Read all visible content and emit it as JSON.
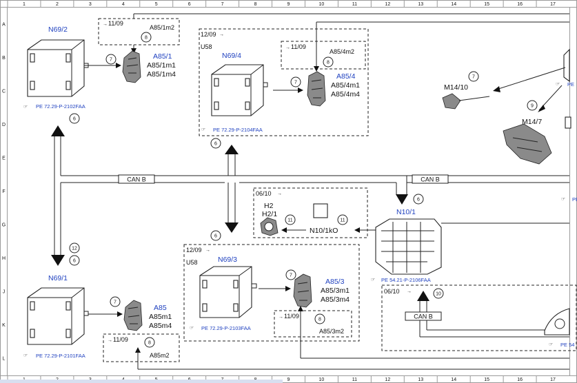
{
  "grid": {
    "columns": [
      "1",
      "2",
      "3",
      "4",
      "5",
      "6",
      "7",
      "8",
      "9",
      "10",
      "11",
      "12",
      "13",
      "14",
      "15",
      "16",
      "17"
    ],
    "rows": [
      "A",
      "B",
      "C",
      "D",
      "E",
      "F",
      "G",
      "H",
      "J",
      "K",
      "L"
    ]
  },
  "bus": {
    "can_b_left": "CAN B",
    "can_b_right": "CAN B",
    "can_b_bottom": "CAN B"
  },
  "modules": {
    "n69_2": {
      "name": "N69/2",
      "ref": "PE 72.29-P-2102FAA",
      "circle": "6"
    },
    "n69_4": {
      "name": "N69/4",
      "ref": "PE 72.29-P-2104FAA",
      "circle": "6",
      "box_date": "12/09",
      "box_variant": "U58"
    },
    "n69_3": {
      "name": "N69/3",
      "ref": "PE 72.29-P-2103FAA",
      "box_date": "12/09",
      "box_variant": "U58"
    },
    "n69_1": {
      "name": "N69/1",
      "circle_a": "12",
      "circle_b": "6",
      "ref": "PE 72.29-P-2101FAA"
    },
    "n10_1": {
      "name": "N10/1",
      "circle": "6",
      "ref": "PE 54.21-P-2106FAA"
    }
  },
  "locks": {
    "a85_1": {
      "name": "A85/1",
      "line1": "A85/1m1",
      "line2": "A85/1m4",
      "circle": "7",
      "box_date": "11/09",
      "box_part": "A85/1m2",
      "box_circle": "8"
    },
    "a85_4": {
      "name": "A85/4",
      "line1": "A85/4m1",
      "line2": "A85/4m4",
      "circle": "7",
      "box_date": "11/09",
      "box_part": "A85/4m2",
      "box_circle": "8"
    },
    "a85_3": {
      "name": "A85/3",
      "line1": "A85/3m1",
      "line2": "A85/3m4",
      "circle": "7",
      "box_date": "11/09",
      "box_part": "A85/3m2",
      "box_circle": "8"
    },
    "a85": {
      "name": "A85",
      "line1": "A85m1",
      "line2": "A85m4",
      "circle": "7",
      "box_date": "11/09",
      "box_part": "A85m2",
      "box_circle": "8"
    }
  },
  "mid_box": {
    "date": "06/10",
    "h2_label": "H2",
    "h2_1_label": "H2/1",
    "h2_circle": "11",
    "n10_label": "N10/1kO",
    "n10_circle": "11"
  },
  "bottom_right_box": {
    "date": "06/10",
    "circle": "10"
  },
  "right_side": {
    "m14_10": {
      "name": "M14/10",
      "circle": "7"
    },
    "m14_7": {
      "name": "M14/7",
      "circle": "9"
    },
    "ref_top": "PE",
    "ref_mid": "PE",
    "ref_bottom": "PE 54"
  },
  "colors": {
    "blue_text": "#1d3fbf",
    "line": "#222222"
  }
}
